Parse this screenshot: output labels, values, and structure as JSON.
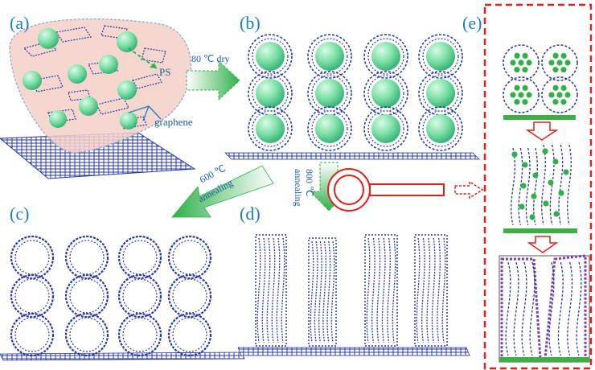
{
  "labels": {
    "a": "(a)",
    "b": "(b)",
    "c": "(c)",
    "d": "(d)",
    "e": "(e)"
  },
  "annotations": {
    "ps": "PS",
    "graphene": "graphene",
    "dry": "80 ℃ dry",
    "anneal600_temp": "600 ℃",
    "anneal600_word": "annealing",
    "anneal800_temp": "800 ℃",
    "anneal800_word": "annealing"
  },
  "colors": {
    "label": "#1a7fc0",
    "graphene": "#2838a8",
    "sphere": "#7fe0a8",
    "green_arrow": "#2fb04a",
    "red": "#e0201e",
    "purple": "#7b3fb0",
    "droplet": "#f5d0c8"
  }
}
